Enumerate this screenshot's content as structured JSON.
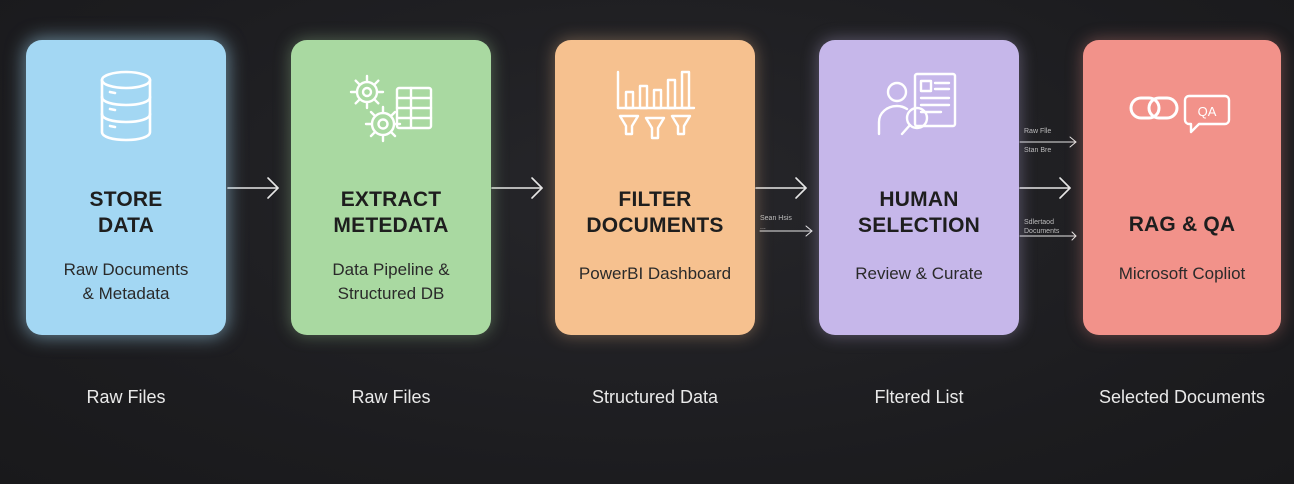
{
  "stages": [
    {
      "title_lines": [
        "STORE",
        "DATA"
      ],
      "subtitle_lines": [
        "Raw Documents",
        "& Metadata"
      ],
      "icon": "database-icon",
      "color": "#a3d7f3"
    },
    {
      "title_lines": [
        "EXTRACT",
        "METEDATA"
      ],
      "subtitle_lines": [
        "Data Pipeline &",
        "Structured DB"
      ],
      "icon": "gears-table-icon",
      "color": "#a9d9a1"
    },
    {
      "title_lines": [
        "FILTER",
        "DOCUMENTS"
      ],
      "subtitle_lines": [
        "PowerBI Dashboard"
      ],
      "icon": "chart-funnel-icon",
      "color": "#f6c18f"
    },
    {
      "title_lines": [
        "HUMAN",
        "SELECTION"
      ],
      "subtitle_lines": [
        "Review & Curate"
      ],
      "icon": "person-document-search-icon",
      "color": "#c6b7ea"
    },
    {
      "title_lines": [
        "RAG & QA"
      ],
      "subtitle_lines": [
        "Microsoft Copliot"
      ],
      "icon": "link-qa-bubble-icon",
      "color": "#f2928a"
    }
  ],
  "bottom_labels": [
    "Raw Files",
    "Raw Files",
    "Structured Data",
    "Fltered List",
    "Selected Documents"
  ],
  "arrow_labels": {
    "filter_to_human": [
      "Sean Hsis",
      "..."
    ],
    "human_to_rag_top": [
      "Raw Flle",
      "Stan Bre"
    ],
    "human_to_rag_bottom": [
      "Sdlertaod",
      "Documents"
    ]
  }
}
